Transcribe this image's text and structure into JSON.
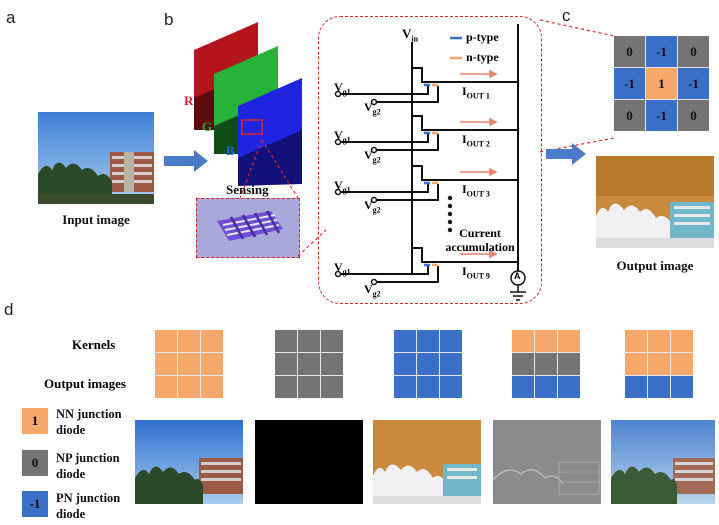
{
  "panel_labels": {
    "a": "a",
    "b": "b",
    "c": "c",
    "d": "d"
  },
  "panel_a": {
    "caption": "Input image"
  },
  "panel_b": {
    "channels": {
      "r": "R",
      "g": "G",
      "b": "B"
    },
    "sensing_label": "Sensing",
    "circuit": {
      "vin": "V",
      "vin_sub": "in",
      "legend": [
        {
          "label": "p-type",
          "color": "#3b70c8"
        },
        {
          "label": "n-type",
          "color": "#f0a36c"
        }
      ],
      "vg1": "V",
      "vg1_sub": "g1",
      "vg2": "V",
      "vg2_sub": "g2",
      "outputs": [
        {
          "main": "I",
          "sub": "OUT 1"
        },
        {
          "main": "I",
          "sub": "OUT 2"
        },
        {
          "main": "I",
          "sub": "OUT 3"
        },
        {
          "main": "I",
          "sub": "OUT 9"
        }
      ],
      "accumulation": [
        "Current",
        "accumulation"
      ],
      "ammeter": "A"
    }
  },
  "panel_c": {
    "kernel": [
      [
        "0",
        "-1",
        "0"
      ],
      [
        "-1",
        "1",
        "-1"
      ],
      [
        "0",
        "-1",
        "0"
      ]
    ],
    "caption": "Output image"
  },
  "panel_d": {
    "row_labels": {
      "kernels": "Kernels",
      "outputs": "Output images"
    },
    "legend": [
      {
        "value": "1",
        "line1": "NN junction",
        "line2": "diode",
        "color": "#f5a86a"
      },
      {
        "value": "0",
        "line1": "NP junction",
        "line2": "diode",
        "color": "#757373"
      },
      {
        "value": "-1",
        "line1": "PN junction",
        "line2": "diode",
        "color": "#3b70c8"
      }
    ]
  },
  "colors": {
    "orange": "#f5a86a",
    "gray": "#757373",
    "blue": "#3b70c8",
    "arrow": "#4a7cc9",
    "dash": "#d9262b"
  }
}
